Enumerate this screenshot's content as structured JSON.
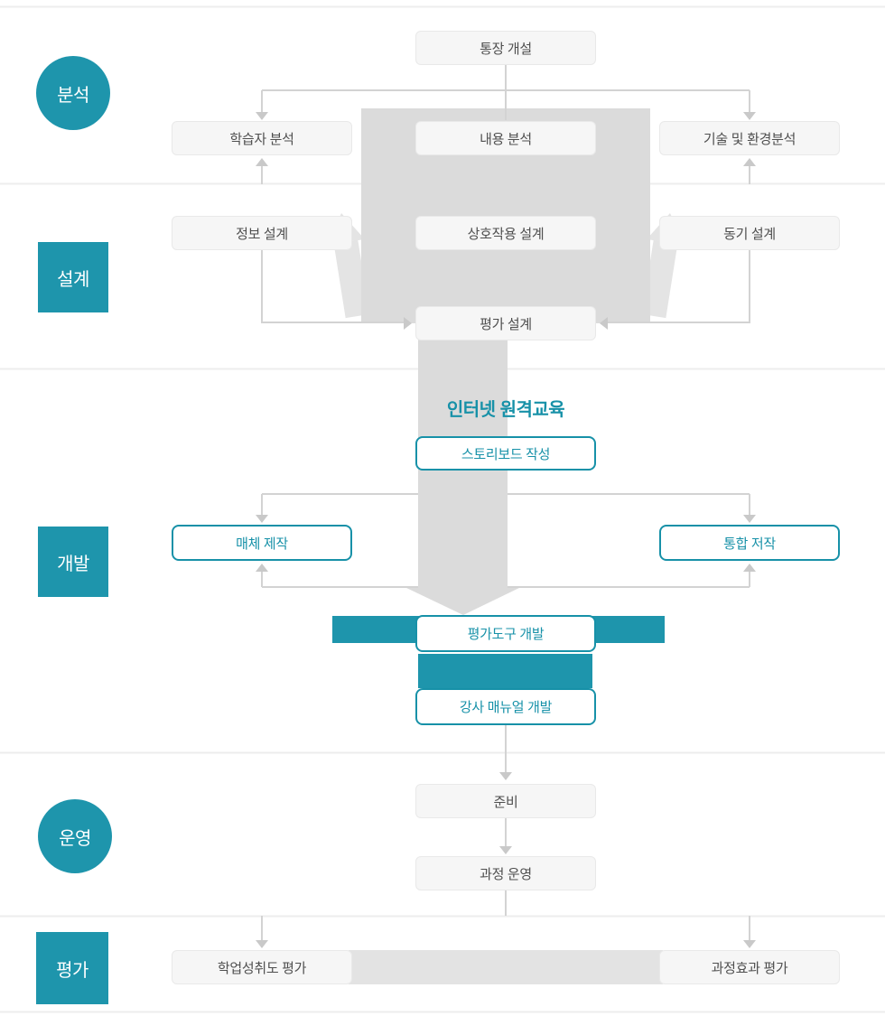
{
  "diagram_title": "인터넷 원격교육",
  "palette": {
    "teal": "#1e95ac",
    "teal_border": "#1791a8",
    "box_bg": "#f6f6f6",
    "box_border": "#e9e9e9",
    "box_text": "#4f4f4f",
    "flow_gray": "#dbdbdb",
    "flow_gray_light": "#e4e4e4",
    "connector": "#d3d3d3",
    "divider": "#ededed"
  },
  "stages": [
    {
      "label": "분석",
      "shape": "circle"
    },
    {
      "label": "설계",
      "shape": "square"
    },
    {
      "label": "개발",
      "shape": "square"
    },
    {
      "label": "운영",
      "shape": "circle"
    },
    {
      "label": "평가",
      "shape": "square"
    }
  ],
  "nodes": {
    "account_open": "통장 개설",
    "learner_analysis": "학습자 분석",
    "content_analysis": "내용 분석",
    "tech_env_analysis": "기술 및 환경분석",
    "info_design": "정보 설계",
    "interaction_design": "상호작용 설계",
    "motivation_design": "동기 설계",
    "evaluation_design": "평가 설계",
    "internet_distance_edu": "인터넷 원격교육",
    "storyboard": "스토리보드 작성",
    "media_production": "매체 제작",
    "integrated_authoring": "통합 저작",
    "evaluation_tool_dev": "평가도구 개발",
    "instructor_manual_dev": "강사 매뉴얼 개발",
    "preparation": "준비",
    "course_operation": "과정 운영",
    "achievement_evaluation": "학업성취도 평가",
    "course_effect_evaluation": "과정효과 평가"
  }
}
